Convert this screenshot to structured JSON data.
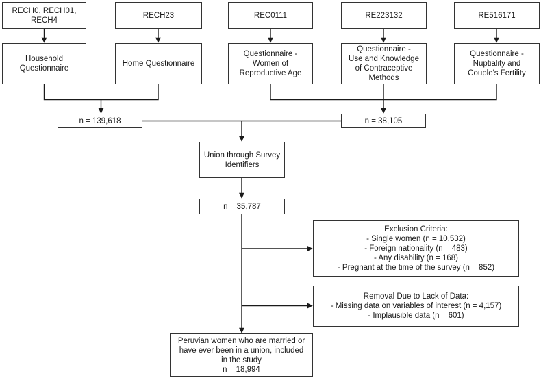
{
  "colors": {
    "background": "#ffffff",
    "box_border": "#333333",
    "line": "#1a1a1a",
    "text": "#1a1a1a"
  },
  "nodes": {
    "rech0": "RECH0, RECH01,\nRECH4",
    "rech23": "RECH23",
    "rec0111": "REC0111",
    "re223132": "RE223132",
    "re516171": "RE516171",
    "household": "Household\nQuestionnaire",
    "home": "Home Questionnaire",
    "women": "Questionnaire -\nWomen of\nReproductive Age",
    "contraceptive": "Questionnaire -\nUse and Knowledge\nof Contraceptive\nMethods",
    "nuptiality": "Questionnaire -\nNuptiality and\nCouple's Fertility",
    "n_households": "n = 139,618",
    "n_women": "n = 38,105",
    "union": "Union through Survey\nIdentifiers",
    "n_union": "n = 35,787",
    "exclusion": "Exclusion Criteria:\n- Single women (n = 10,532)\n- Foreign nationality (n = 483)\n- Any disability (n = 168)\n- Pregnant at the time of the survey (n = 852)",
    "removal": "Removal Due to Lack of Data:\n- Missing data on variables of interest (n = 4,157)\n- Implausible data (n = 601)",
    "final": "Peruvian women who are married or\nhave ever been in a union, included\nin the study\nn = 18,994"
  }
}
